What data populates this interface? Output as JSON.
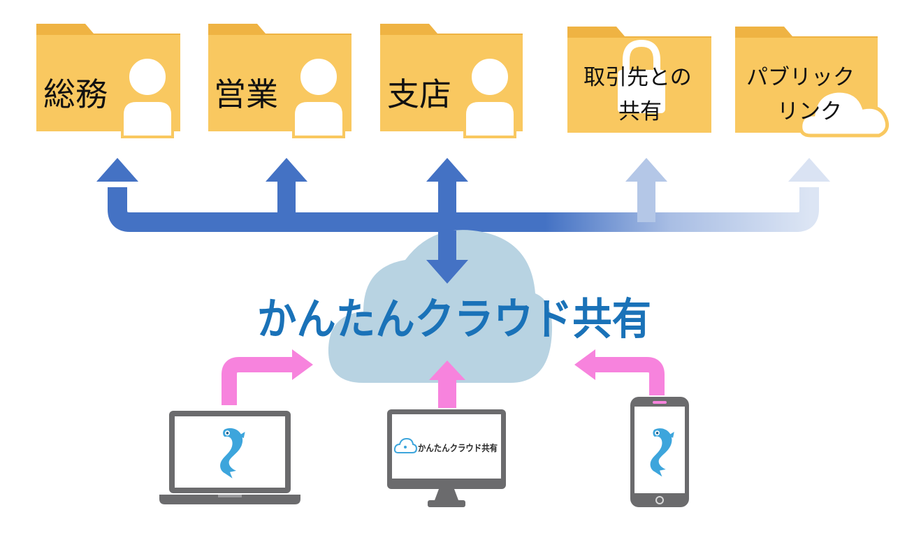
{
  "folders": [
    {
      "label_lines": [
        "総務"
      ],
      "badge": "person-icon"
    },
    {
      "label_lines": [
        "営業"
      ],
      "badge": "person-icon"
    },
    {
      "label_lines": [
        "支店"
      ],
      "badge": "person-icon"
    },
    {
      "label_lines": [
        "取引先との",
        "共有"
      ],
      "badge": "lock-icon"
    },
    {
      "label_lines": [
        "パブリック",
        "リンク"
      ],
      "badge": "cloud-icon"
    }
  ],
  "center": {
    "title": "かんたんクラウド共有"
  },
  "devices": {
    "laptop": {
      "screen_icon": "fish-logo-icon"
    },
    "monitor": {
      "screen_text": "かんたんクラウド共有",
      "screen_icon": "cloud-logo-icon"
    },
    "phone": {
      "screen_icon": "fish-logo-icon"
    }
  },
  "colors": {
    "folder_body": "#F9C860",
    "folder_tab": "#EFB343",
    "main_arrow": "#4472C4",
    "faded_arrow": "#B4C7E7",
    "faint_arrow": "#DAE3F3",
    "upload_arrow": "#F783DD",
    "cloud": "#B8D3E2",
    "title_text": "#1A72B8",
    "device_frame": "#6B6B6D",
    "fish": "#3DA5DC"
  }
}
